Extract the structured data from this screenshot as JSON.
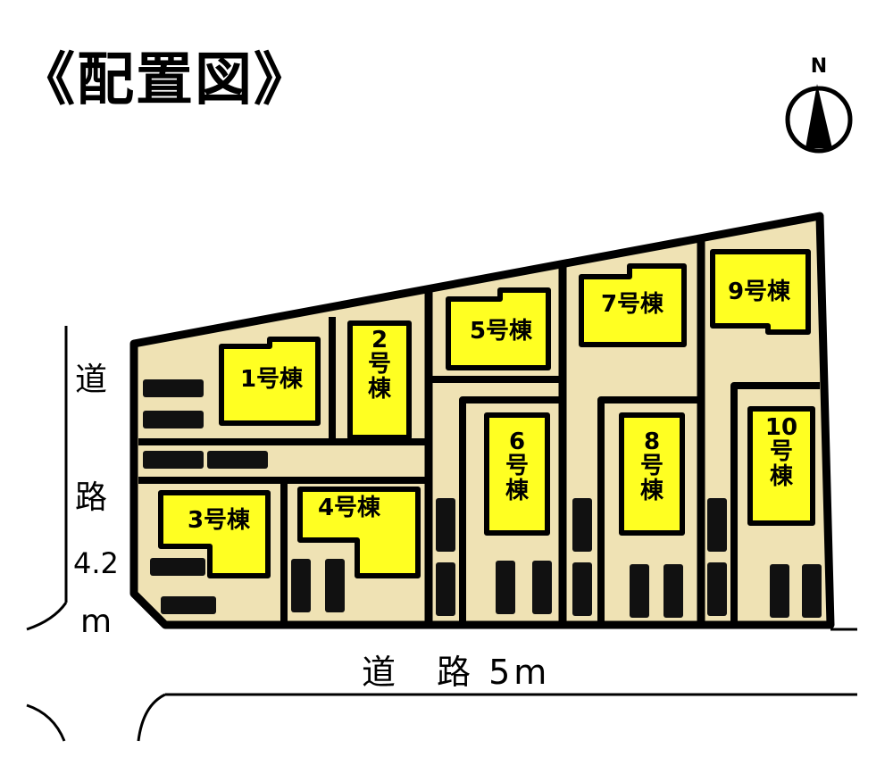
{
  "title": "《配置図》",
  "compass": {
    "label": "N"
  },
  "colors": {
    "lot": "#efe2b4",
    "building": "#ffff22",
    "outline": "#000000",
    "background": "#ffffff"
  },
  "buildings": [
    {
      "id": 1,
      "label": "1号棟"
    },
    {
      "id": 2,
      "label": "2\n号\n棟"
    },
    {
      "id": 3,
      "label": "3号棟"
    },
    {
      "id": 4,
      "label": "4号棟"
    },
    {
      "id": 5,
      "label": "5号棟"
    },
    {
      "id": 6,
      "label": "6\n号\n棟"
    },
    {
      "id": 7,
      "label": "7号棟"
    },
    {
      "id": 8,
      "label": "8\n号\n棟"
    },
    {
      "id": 9,
      "label": "9号棟"
    },
    {
      "id": 10,
      "label": "10\n号\n棟"
    }
  ],
  "roads": {
    "west": {
      "line1": "道",
      "line2": "路",
      "line3": "4.2",
      "line4": "m"
    },
    "south": {
      "label": "道　路 5m"
    }
  }
}
